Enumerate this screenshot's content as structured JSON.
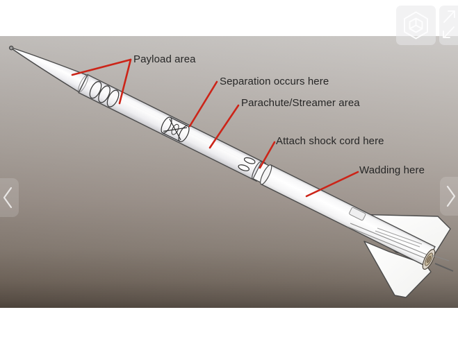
{
  "diagram": {
    "labels": [
      {
        "id": "payload",
        "text": "Payload area"
      },
      {
        "id": "separation",
        "text": "Separation occurs here"
      },
      {
        "id": "parachute",
        "text": "Parachute/Streamer area"
      },
      {
        "id": "shock_cord",
        "text": "Attach shock cord here"
      },
      {
        "id": "wadding",
        "text": "Wadding here"
      }
    ],
    "colors": {
      "annotation_line": "#cc2418",
      "label_text": "#262626",
      "background_top": "#c8c5c2",
      "background_bottom": "#4a4139",
      "rocket_outline": "#4a4a4a"
    }
  },
  "viewer": {
    "buttons": [
      {
        "icon": "3d-model-icon"
      },
      {
        "icon": "fullscreen-icon"
      }
    ],
    "nav": [
      {
        "icon": "chevron-left-icon"
      },
      {
        "icon": "chevron-right-icon"
      }
    ]
  }
}
